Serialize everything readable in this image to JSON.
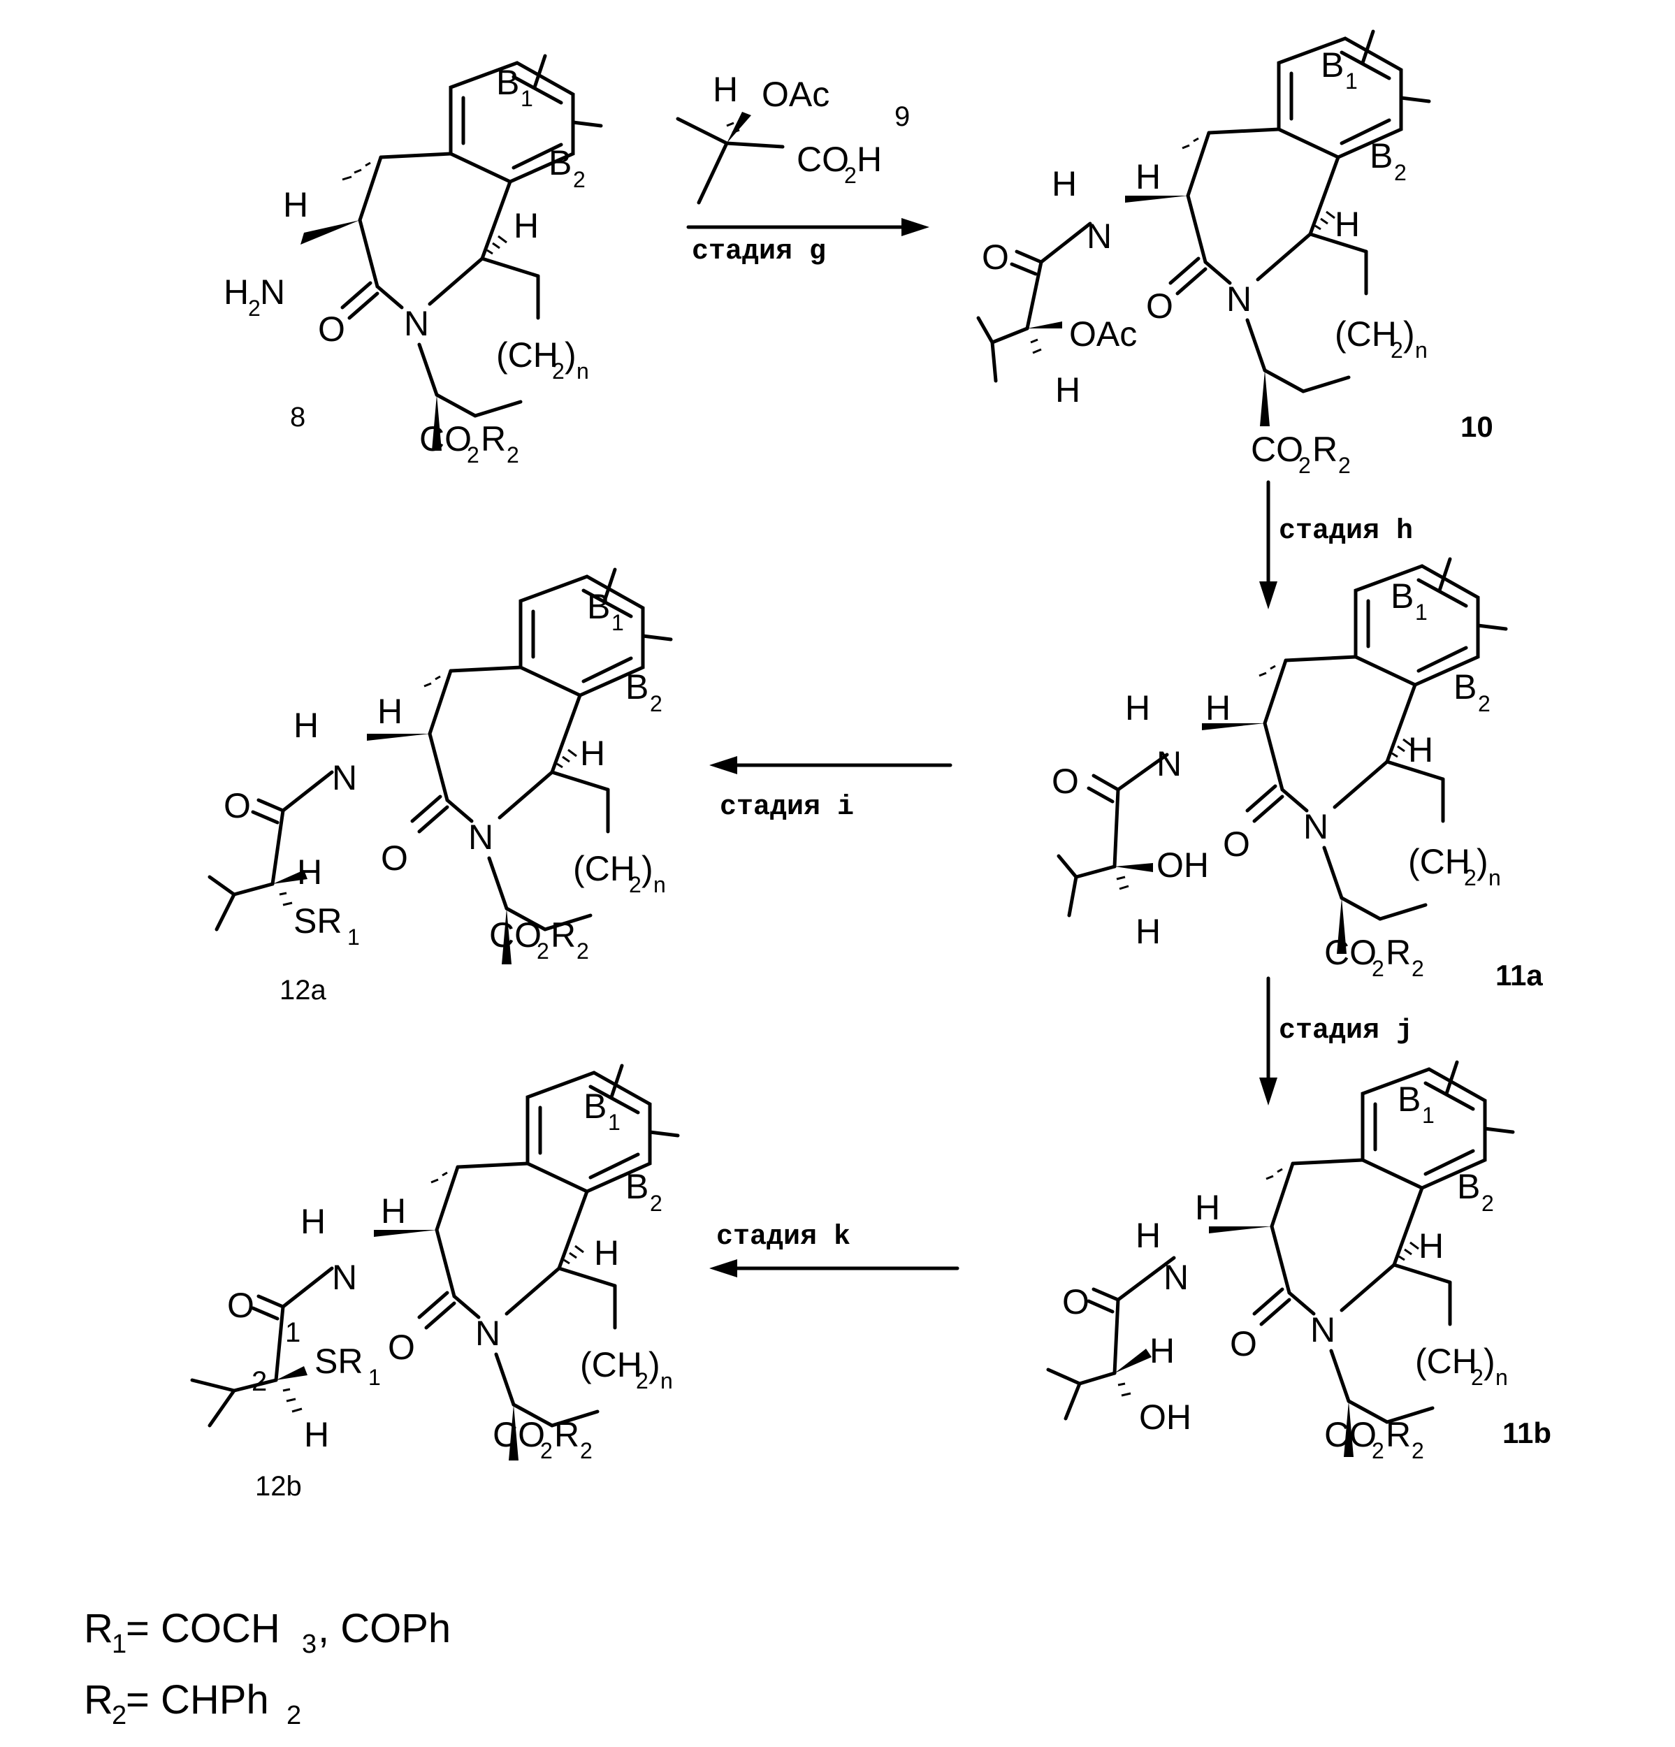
{
  "compounds": {
    "c8": {
      "label": "8"
    },
    "c9": {
      "label": "9"
    },
    "c10": {
      "label": "10"
    },
    "c11a": {
      "label": "11a"
    },
    "c11b": {
      "label": "11b"
    },
    "c12a": {
      "label": "12a"
    },
    "c12b": {
      "label": "12b"
    }
  },
  "atoms": {
    "B": "B",
    "sub1": "1",
    "sub2": "2",
    "H": "H",
    "N": "N",
    "O": "O",
    "H2N_H": "H",
    "H2N_sub": "2",
    "H2N_N": "N",
    "CH2_open": "(CH",
    "CH2_close": ")",
    "n": "n",
    "CO": "CO",
    "R": "R",
    "OAc": "OAc",
    "OH": "OH",
    "CO2H_a": "CO",
    "CO2H_b": "H",
    "SR": "SR",
    "pos1": "1",
    "pos2": "2"
  },
  "steps": {
    "g": "стадия g",
    "h": "стадия h",
    "i": "стадия i",
    "j": "стадия j",
    "k": "стадия k"
  },
  "legend": {
    "r1_R": "R",
    "r1_sub": "1",
    "r1_text_a": " = COCH",
    "r1_sub3": "3",
    "r1_text_b": ", COPh",
    "r2_R": "R",
    "r2_sub": "2",
    "r2_text_a": " = CHPh",
    "r2_sub2": "2"
  }
}
